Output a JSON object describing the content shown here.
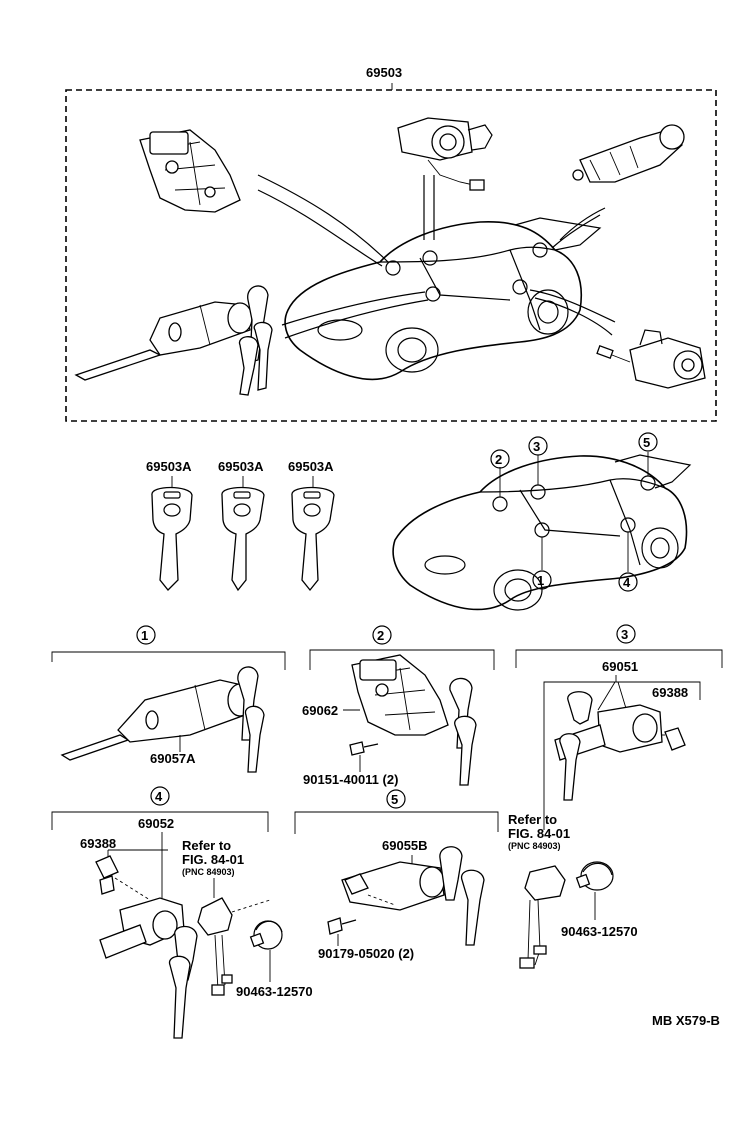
{
  "diagram": {
    "assembly_label": "69503",
    "key_labels": [
      "69503A",
      "69503A",
      "69503A"
    ],
    "locations": [
      "1",
      "2",
      "3",
      "4",
      "5"
    ],
    "group1": {
      "num": "1",
      "part": "69057A"
    },
    "group2": {
      "num": "2",
      "part": "69062",
      "bolt": "90151-40011 (2)"
    },
    "group3": {
      "num": "3",
      "part_a": "69051",
      "part_b": "69388",
      "refer": "Refer to",
      "fig": "FIG. 84-01",
      "pnc": "(PNC 84903)",
      "clamp": "90463-12570"
    },
    "group4": {
      "num": "4",
      "part_a": "69052",
      "part_b": "69388",
      "refer": "Refer to",
      "fig": "FIG. 84-01",
      "pnc": "(PNC 84903)",
      "clamp": "90463-12570"
    },
    "group5": {
      "num": "5",
      "part": "69055B",
      "bolt": "90179-05020 (2)"
    },
    "code": "MB  X579-B"
  }
}
